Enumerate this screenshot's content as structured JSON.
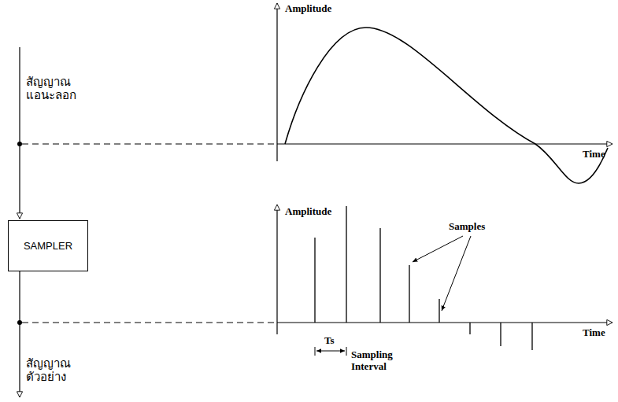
{
  "diagram": {
    "nodes": [
      {
        "text": [
          "SAMPLER"
        ]
      }
    ],
    "labels": [
      "สัญญาณ แอนะลอก",
      "Amplitude",
      "Time",
      "Amplitude",
      "Time",
      "Samples",
      "Ts",
      "Sampling Interval",
      "สัญญาณ ตัวอย่าง"
    ]
  }
}
